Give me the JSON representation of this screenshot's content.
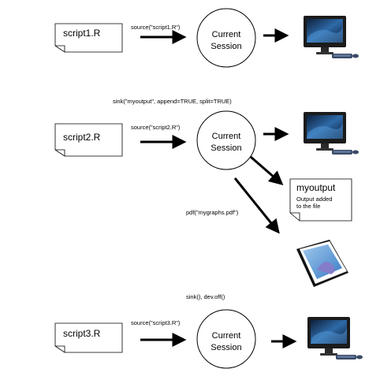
{
  "rows": [
    {
      "script_label": "script1.R",
      "source_call": "source(\"script1.R\")",
      "session_line1": "Current",
      "session_line2": "Session"
    },
    {
      "header_call": "sink(\"myoutput\", append=TRUE, split=TRUE)",
      "script_label": "script2.R",
      "source_call": "source(\"script2.R\")",
      "session_line1": "Current",
      "session_line2": "Session",
      "output_title": "myoutput",
      "output_note_line1": "Output added",
      "output_note_line2": "to the file",
      "pdf_call": "pdf(\"mygraphs.pdf\")"
    },
    {
      "header_call": "sink(), dev.off()",
      "script_label": "script3.R",
      "source_call": "source(\"script3.R\")",
      "session_line1": "Current",
      "session_line2": "Session"
    }
  ],
  "icons": {
    "computer": "computer-monitor-icon",
    "graph_file": "graph-pages-icon"
  }
}
